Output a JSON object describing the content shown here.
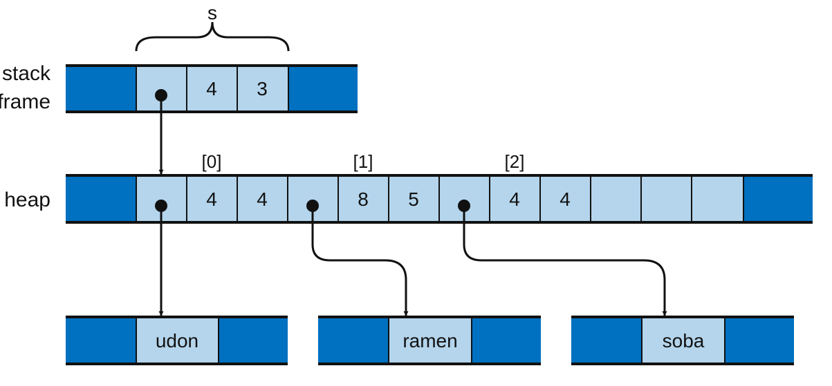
{
  "labels": {
    "stack": "stack",
    "frame": "frame",
    "heap": "heap",
    "brace": "s"
  },
  "stack_cells": [
    "",
    "",
    "4",
    "3",
    ""
  ],
  "heap_indices": [
    "[0]",
    "[1]",
    "[2]"
  ],
  "heap_cells": [
    "",
    "",
    "4",
    "4",
    "",
    "8",
    "5",
    "",
    "4",
    "4",
    "",
    "",
    "",
    ""
  ],
  "strings": [
    "udon",
    "ramen",
    "soba"
  ],
  "colors": {
    "dark_blue": "#0070c0",
    "light_blue": "#b4d5ec",
    "line": "#111111"
  }
}
